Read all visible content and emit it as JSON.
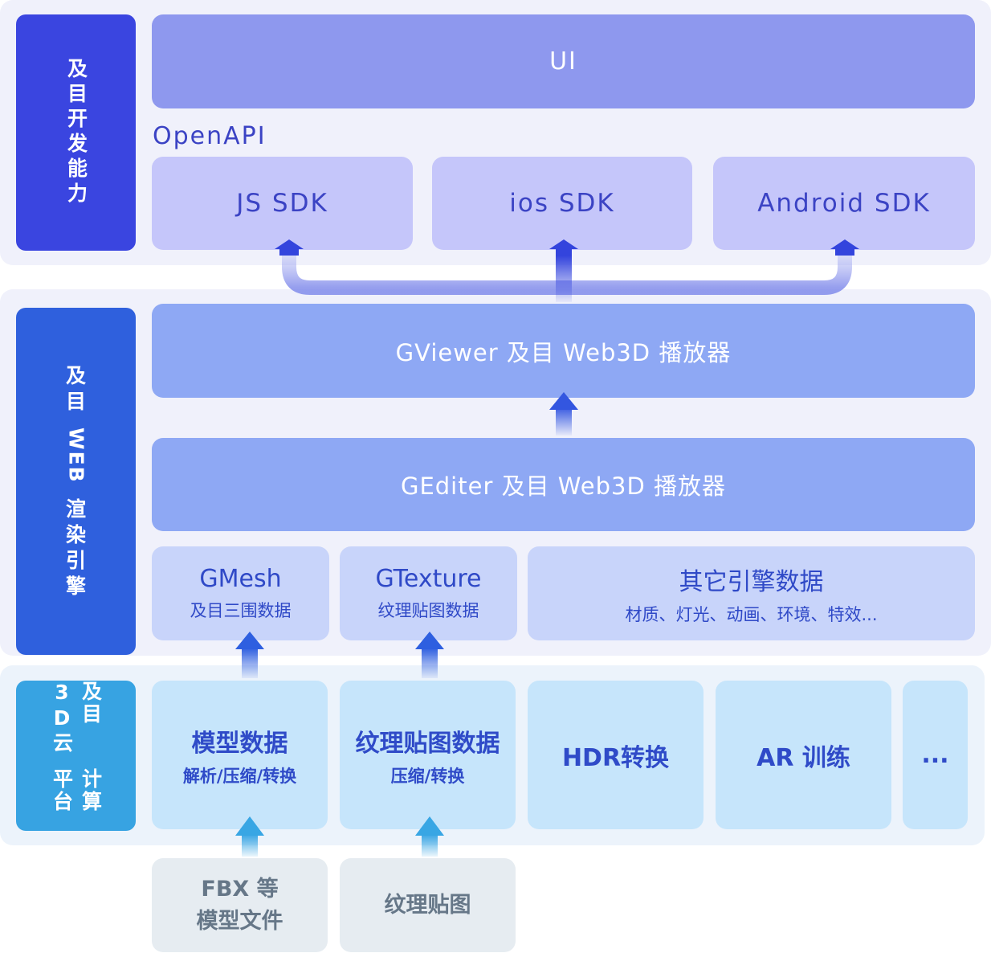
{
  "layer_dev": {
    "side_label": "及目开发能力",
    "ui": "UI",
    "openapi": "OpenAPI",
    "sdks": [
      "JS SDK",
      "ios SDK",
      "Android SDK"
    ]
  },
  "layer_render": {
    "side_label_chars": [
      "及",
      "目",
      "WEB",
      "渲",
      "染",
      "引",
      "擎"
    ],
    "gviewer": "GViewer 及目 Web3D 播放器",
    "gediter": "GEditer 及目 Web3D 播放器",
    "gmesh": {
      "title": "GMesh",
      "sub": "及目三围数据"
    },
    "gtexture": {
      "title": "GTexture",
      "sub": "纹理贴图数据"
    },
    "other": {
      "title": "其它引擎数据",
      "sub": "材质、灯光、动画、环境、特效..."
    }
  },
  "layer_cloud": {
    "side_col_left": "及目3D云",
    "side_col_right": "计算平台",
    "model": {
      "title": "模型数据",
      "sub": "解析/压缩/转换"
    },
    "texture": {
      "title": "纹理贴图数据",
      "sub": "压缩/转换"
    },
    "hdr": "HDR转换",
    "ar": "AR 训练",
    "more": "..."
  },
  "sources": {
    "fbx_line1": "FBX 等",
    "fbx_line2": "模型文件",
    "texture": "纹理贴图"
  },
  "colors": {
    "dev_side": "#3a45e0",
    "render_side": "#2f60dd",
    "cloud_side": "#37a3e2",
    "arrow_top": "#3344dd",
    "arrow_bottom": "#38a6e4"
  }
}
